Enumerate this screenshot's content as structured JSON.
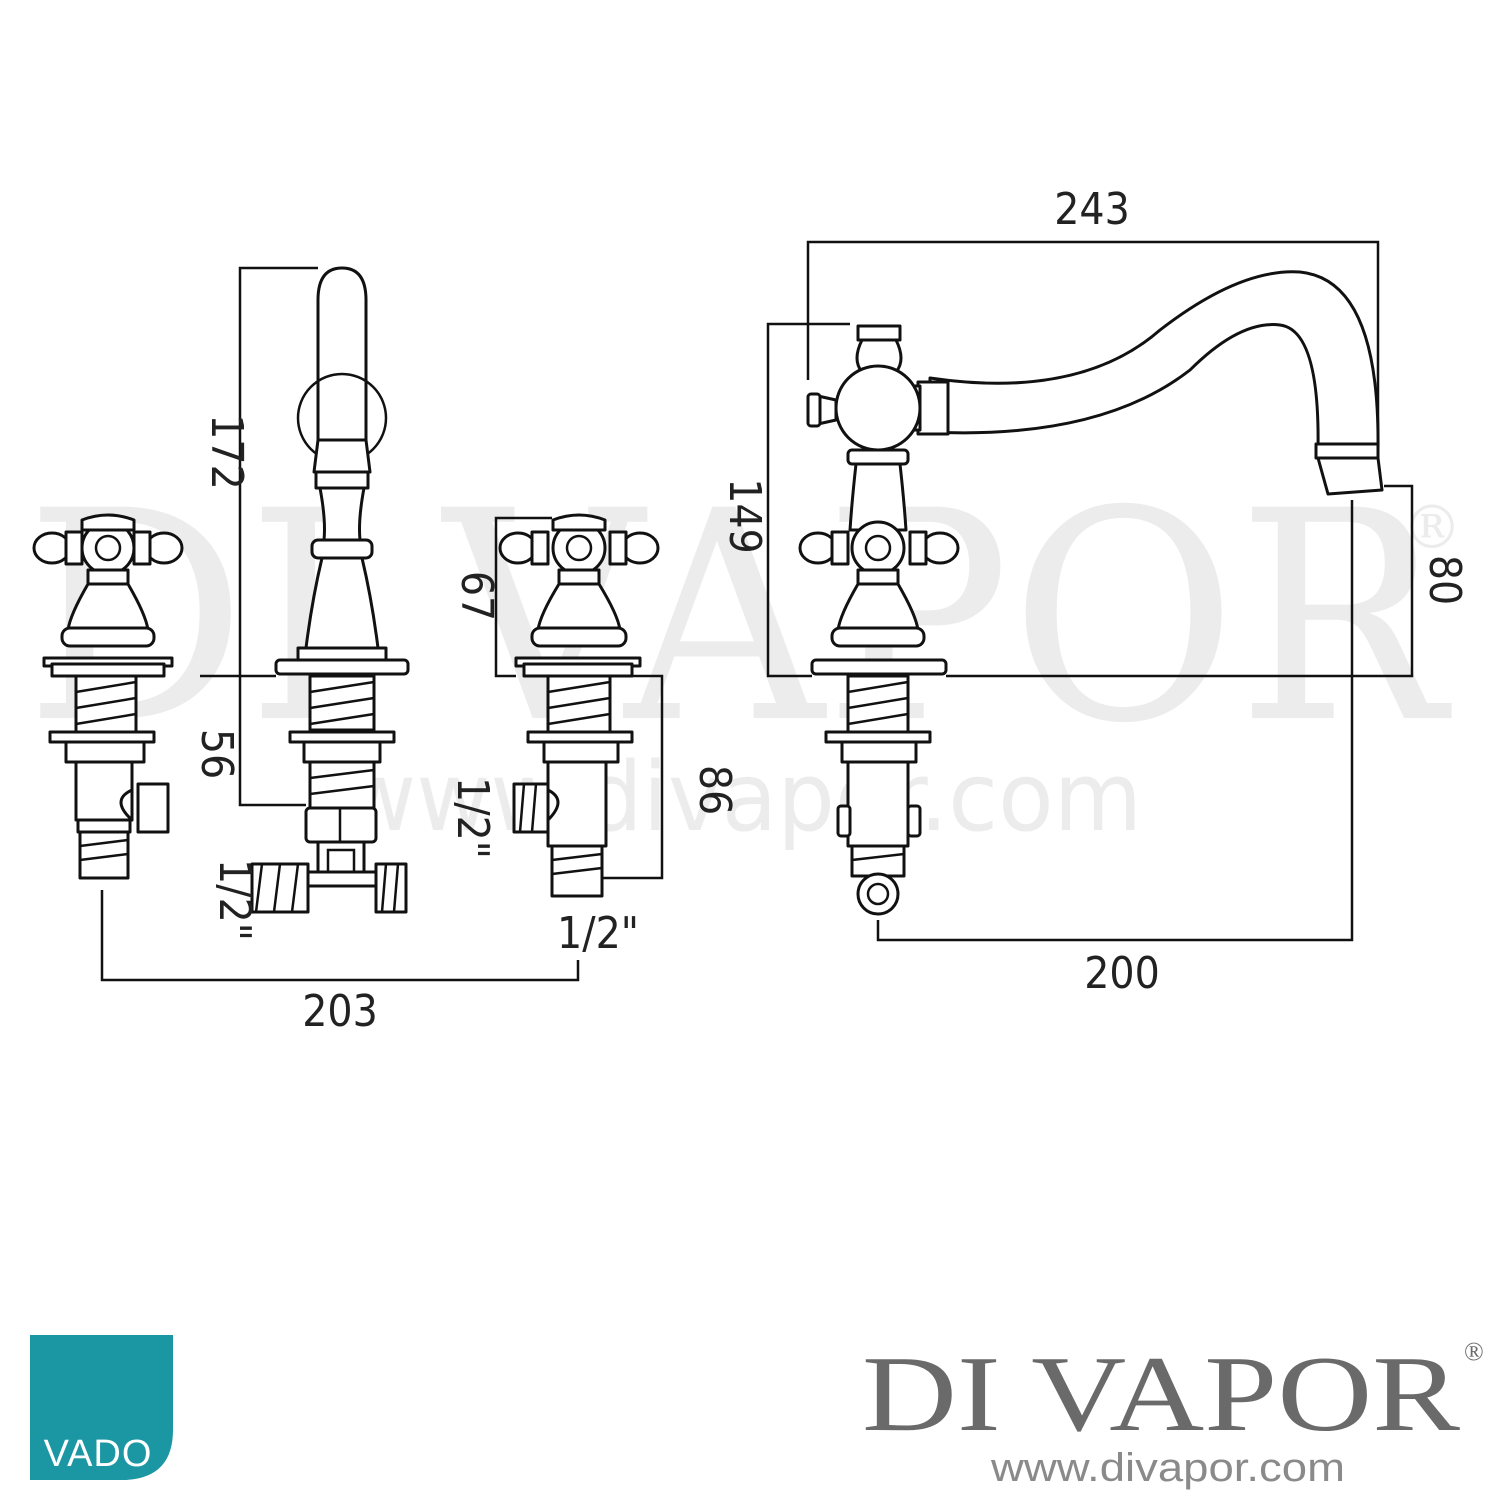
{
  "watermark": {
    "brand": "DI VAPOR",
    "registered": "®",
    "url": "www.divapor.com"
  },
  "dimensions": {
    "left_spout_height": "172",
    "left_tail_length": "56",
    "left_spout_inlet": "1/2\"",
    "left_valve_outlet": "1/2\"",
    "left_valve_height": "67",
    "right_valve_tail": "86",
    "right_valve_inlet": "1/2\"",
    "overall_width": "203",
    "spout_reach": "243",
    "side_height": "149",
    "spout_outlet_height": "80",
    "side_depth": "200"
  },
  "footer": {
    "vado_logo": "VADO",
    "brand": "DI VAPOR",
    "registered": "®",
    "url": "www.divapor.com"
  },
  "colors": {
    "vado_teal": "#1b96a3",
    "line": "#111111",
    "watermark": "#ececec",
    "brand_grey": "#6a6a6a"
  }
}
